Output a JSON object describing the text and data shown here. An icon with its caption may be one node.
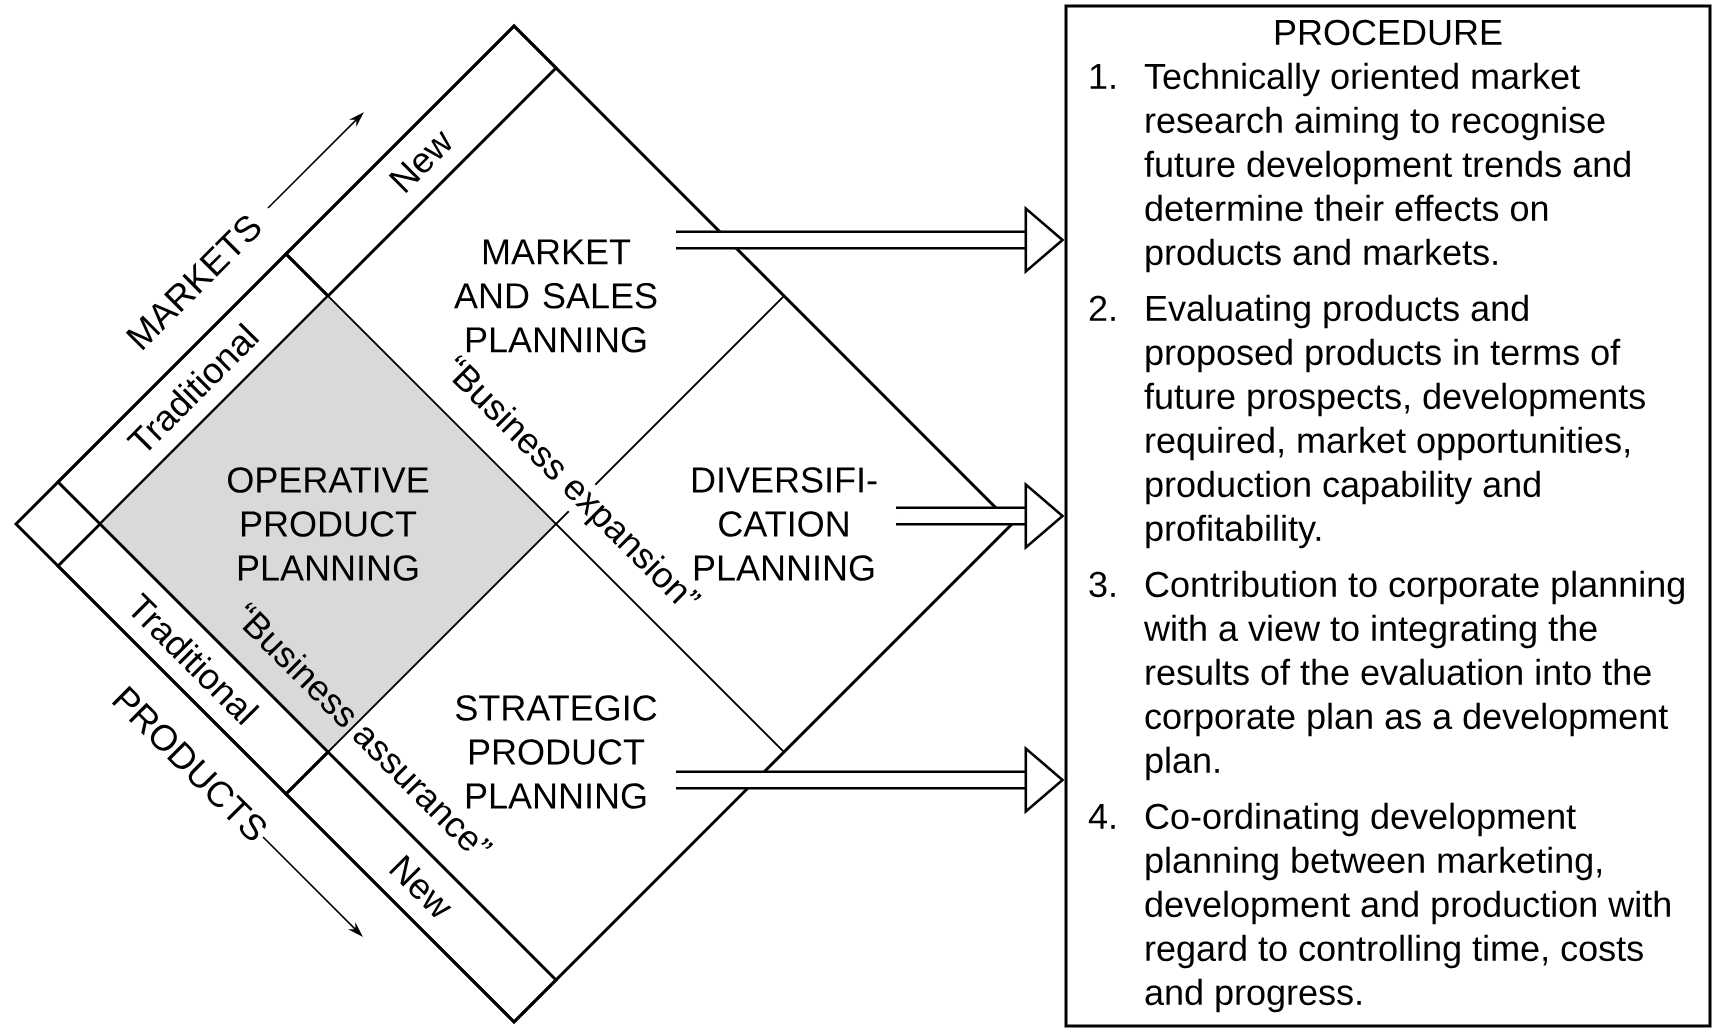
{
  "diagram": {
    "nodes": [
      {
        "text": [
          "Traditional"
        ]
      },
      {
        "text": [
          "New"
        ]
      },
      {
        "text": [
          "MARKET AND SALES PLANNING"
        ]
      },
      {
        "text": [
          "OPERATIVE PRODUCT PLANNING"
        ]
      },
      {
        "text": [
          "DIVERSIFI-CATION PLANNING"
        ]
      },
      {
        "text": [
          "STRATEGIC PRODUCT PLANNING"
        ]
      },
      {
        "text": [
          "Traditional"
        ]
      },
      {
        "text": [
          "New"
        ]
      },
      {
        "text": [
          "PROCEDURE",
          "1.",
          "Technically oriented market research aiming to recognise future development trends and determine their effects on products and markets.",
          "2.",
          "Evaluating products and proposed products in terms of future prospects, developments required, market opportunities, production capability and profitability.",
          "3.",
          "Contribution to corporate planning with a view to integrating the results of the evaluation into the corporate plan as a development plan.",
          "4.",
          "Co-ordinating development planning between marketing, development and production with regard to controlling time, costs and progress."
        ]
      }
    ],
    "edges": [
      {
        "from": 2,
        "to": 8,
        "arrow": "to"
      },
      {
        "from": 4,
        "to": 8,
        "arrow": "to"
      },
      {
        "from": 5,
        "to": 8,
        "arrow": "to"
      }
    ],
    "labels": [
      "MARKETS",
      "“Business expansion”",
      "“Business assurance”",
      "PRODUCTS"
    ]
  }
}
